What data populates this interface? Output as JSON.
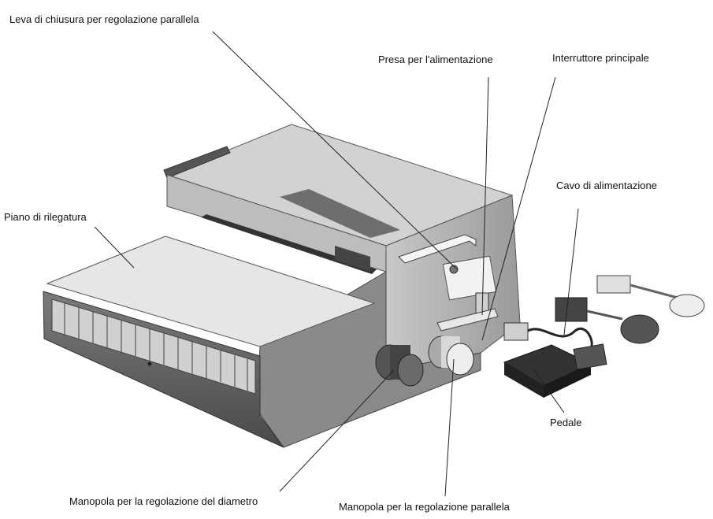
{
  "labels": {
    "lever": "Leva di chiusura per regolazione parallela",
    "power_socket": "Presa per l'alimentazione",
    "main_switch": "Interruttore principale",
    "power_cable": "Cavo di alimentazione",
    "binding_table": "Piano di rilegatura",
    "pedal": "Pedale",
    "diameter_knob": "Manopola per la regolazione del diametro",
    "parallel_knob": "Manopola per la regolazione parallela"
  }
}
